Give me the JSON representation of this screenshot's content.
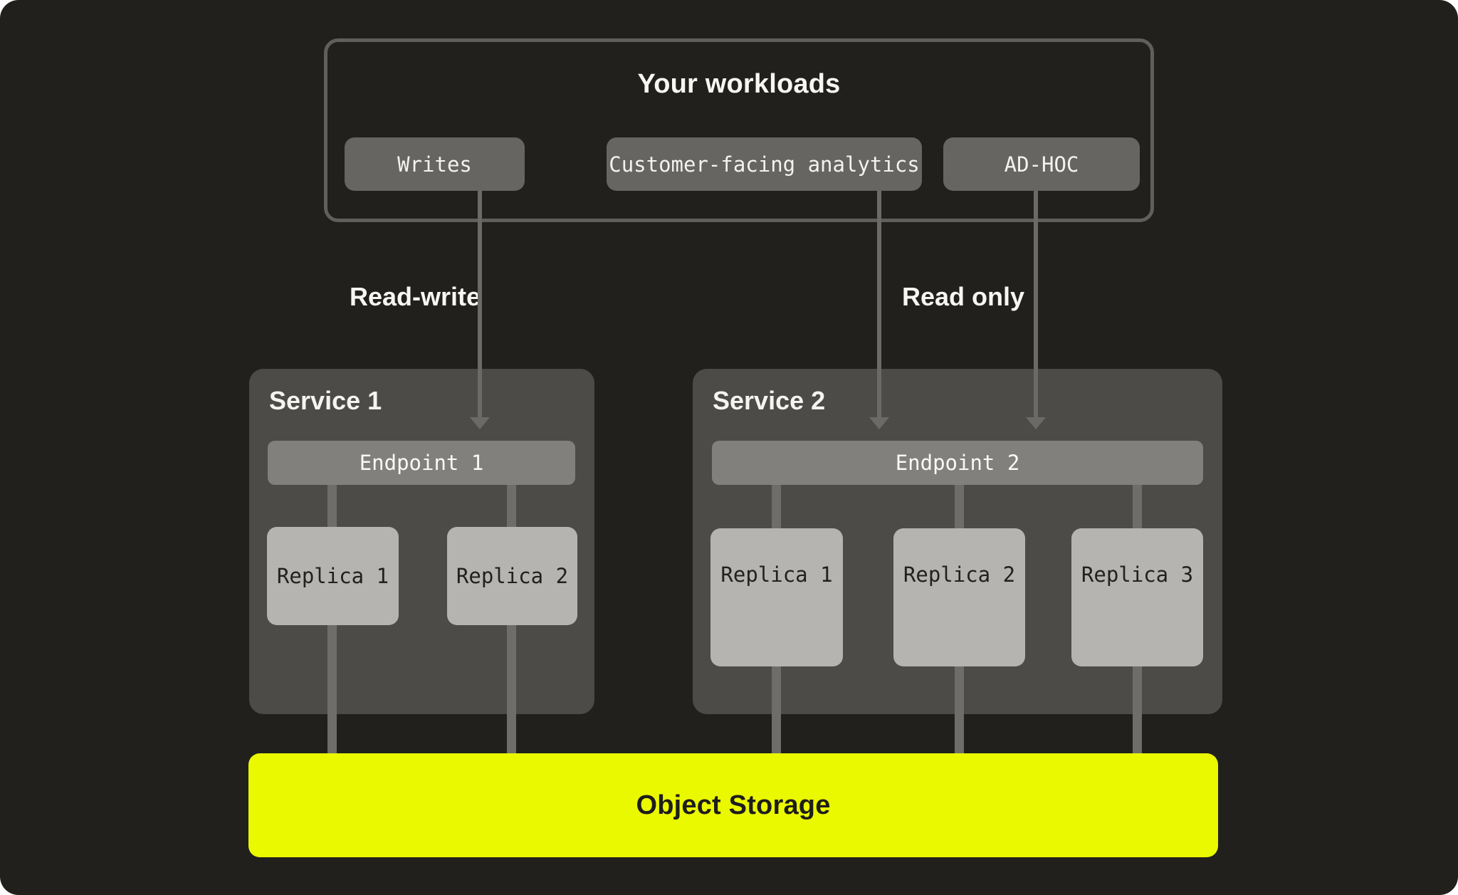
{
  "colors": {
    "canvas_bg": "#21201C",
    "service_bg": "#4C4B48",
    "endpoint_bg": "#81807D",
    "replica_bg": "#B5B4B1",
    "node_bg": "#666561",
    "line_gray": "#6B6A66",
    "storage_accent": "#EBF900"
  },
  "workloads": {
    "title": "Your workloads",
    "buttons": [
      {
        "label": "Writes"
      },
      {
        "label": "Customer-facing analytics"
      },
      {
        "label": "AD-HOC"
      }
    ]
  },
  "flow_labels": {
    "read_write": "Read-write",
    "read_only": "Read only"
  },
  "services": [
    {
      "title": "Service 1",
      "endpoint_label": "Endpoint 1",
      "replicas": [
        "Replica 1",
        "Replica 2"
      ]
    },
    {
      "title": "Service 2",
      "endpoint_label": "Endpoint 2",
      "replicas": [
        "Replica 1",
        "Replica 2",
        "Replica 3"
      ]
    }
  ],
  "storage": {
    "label": "Object Storage"
  }
}
